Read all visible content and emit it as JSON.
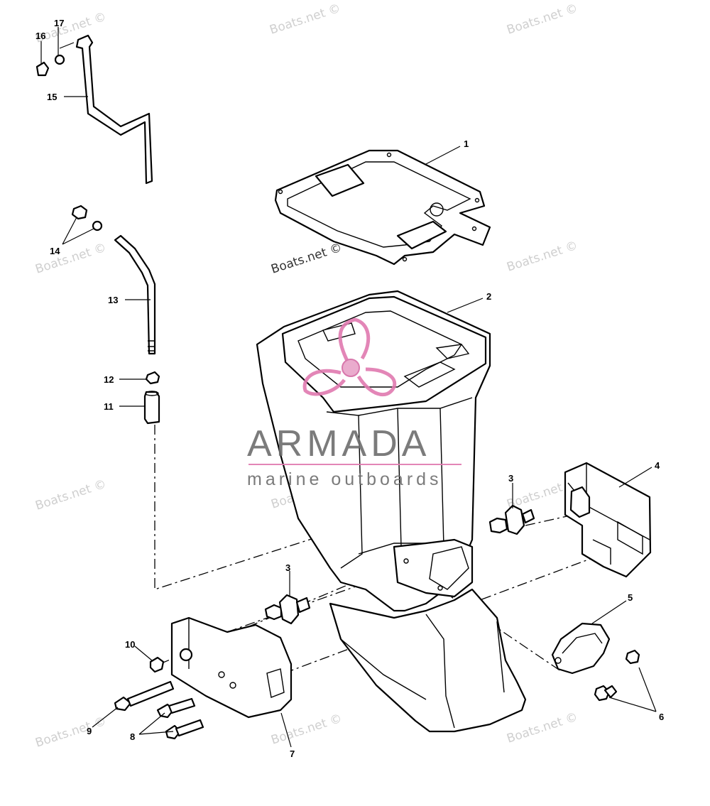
{
  "watermark": {
    "text": "Boats.net ©",
    "color": "#cfcfcf"
  },
  "brand": {
    "name": "ARMADA",
    "tagline": "marine outboards",
    "accent_color": "#e07ab0"
  },
  "callouts": [
    "1",
    "2",
    "3",
    "3",
    "4",
    "5",
    "6",
    "7",
    "8",
    "9",
    "10",
    "11",
    "12",
    "13",
    "14",
    "15",
    "16",
    "17"
  ]
}
